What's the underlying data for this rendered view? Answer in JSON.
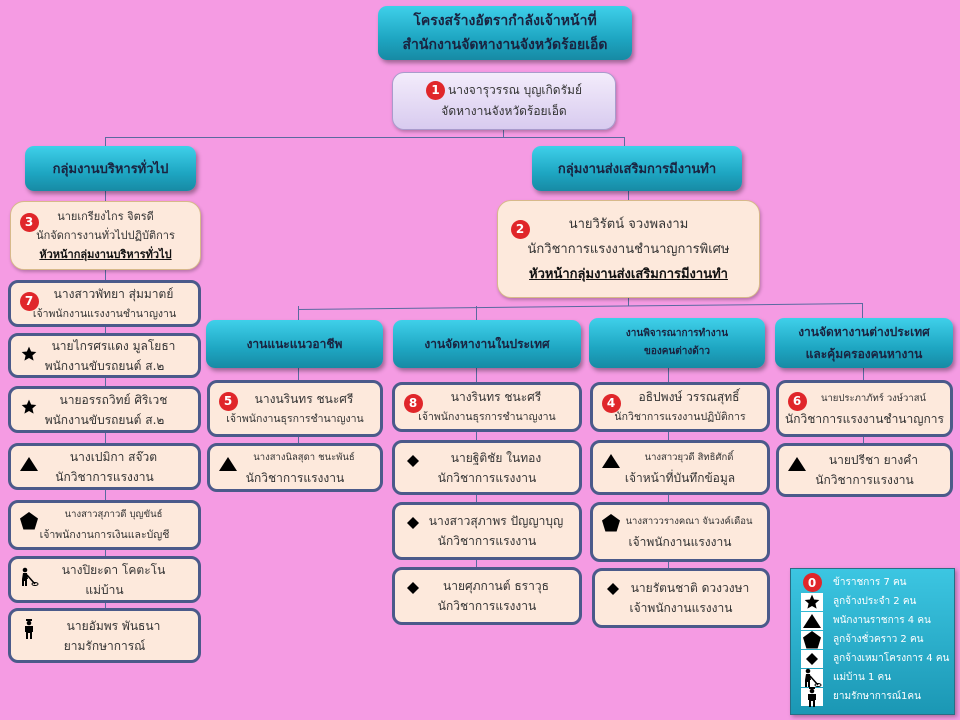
{
  "title": {
    "line1": "โครงสร้างอัตรากำลังเจ้าหน้าที่",
    "line2": "สำนักงานจัดหางานจังหวัดร้อยเอ็ด"
  },
  "director": {
    "badge": "1",
    "name": "นางจารุวรรณ  บุญเกิดรัมย์",
    "position": "จัดหางานจังหวัดร้อยเอ็ด"
  },
  "groups": [
    {
      "label": "กลุ่มงานบริหารทั่วไป"
    },
    {
      "label": "กลุ่มงานส่งเสริมการมีงานทำ"
    }
  ],
  "group_heads": [
    {
      "badge": "3",
      "name": "นายเกรียงไกร   จิตรดี",
      "position": "นักจัดการงานทั่วไปปฏิบัติการ",
      "role": "หัวหน้ากลุ่มงานบริหารทั่วไป"
    },
    {
      "badge": "2",
      "name": "นายวิรัตน์   จวงพลงาม",
      "position": "นักวิชาการแรงงานชำนาญการพิเศษ",
      "role": "หัวหน้ากลุ่มงานส่งเสริมการมีงานทำ"
    }
  ],
  "units": [
    {
      "label": "งานแนะแนวอาชีพ"
    },
    {
      "label": "งานจัดหางานในประเทศ"
    },
    {
      "label": "งานพิจารณาการทำงานของคนต่างด้าว"
    },
    {
      "label": "งานจัดหางานต่างประเทศและคุ้มครองคนหางาน"
    }
  ],
  "staff": [
    {
      "icon": "badge",
      "badge": "7",
      "name": "นางสาวพัทยา  สุ่มมาตย์",
      "position": "เจ้าพนักงานแรงงานชำนาญงาน"
    },
    {
      "icon": "star",
      "name": "นายไกรศรแดง  มูลโยธา",
      "position": "พนักงานขับรถยนต์ ส.๒"
    },
    {
      "icon": "star",
      "name": "นายอรรถวิทย์  ศิริเวช",
      "position": "พนักงานขับรถยนต์ ส.๒"
    },
    {
      "icon": "triangle",
      "name": "นางเปมิกา  สจ๊วต",
      "position": "นักวิชาการแรงงาน"
    },
    {
      "icon": "pentagon",
      "name": "นางสาวสุภาวดี  บุญขันธ์",
      "position": "เจ้าพนักงานการเงินและบัญชี"
    },
    {
      "icon": "maid",
      "name": "นางปิยะดา  โคตะโน",
      "position": "แม่บ้าน"
    },
    {
      "icon": "guard",
      "name": "นายอัมพร  พันธนา",
      "position": "ยามรักษาการณ์"
    },
    {
      "icon": "badge",
      "badge": "5",
      "name": "นางนรินทร  ชนะศรี",
      "position": "เจ้าพนักงานธุรการชำนาญงาน"
    },
    {
      "icon": "triangle",
      "name": "นางสางนิลสุดา  ชนะพันธ์",
      "position": "นักวิชาการแรงงาน"
    },
    {
      "icon": "badge",
      "badge": "8",
      "name": "นางรินทร ชนะศรี",
      "position": "เจ้าพนักงานธุรการชำนาญงาน"
    },
    {
      "icon": "diamond",
      "name": "นายฐิติชัย  ในทอง",
      "position": "นักวิชาการแรงงาน"
    },
    {
      "icon": "diamond",
      "name": "นางสาวสุภาพร  ปัญญาบุญ",
      "position": "นักวิชาการแรงงาน"
    },
    {
      "icon": "diamond",
      "name": "นายศุภกานต์  ธราวุธ",
      "position": "นักวิชาการแรงงาน"
    },
    {
      "icon": "badge",
      "badge": "4",
      "name": "อธิปพงษ์  วรรณสุทธิ์",
      "position": "นักวิชาการแรงงานปฏิบัติการ"
    },
    {
      "icon": "triangle",
      "name": "นางสาวยุวดี  สิทธิศักดิ์",
      "position": "เจ้าหน้าที่บันทึกข้อมูล"
    },
    {
      "icon": "pentagon",
      "name": "นางสาววรางคณา  จันวงค์เดือน",
      "position": "เจ้าพนักงานแรงงาน"
    },
    {
      "icon": "diamond",
      "name": "นายรัตนชาติ  ดวงวงษา",
      "position": "เจ้าพนักงานแรงงาน"
    },
    {
      "icon": "badge",
      "badge": "6",
      "name": "นายประภาภัทร์  วงษ์วาสน์",
      "position": "นักวิชาการแรงงานชำนาญการ"
    },
    {
      "icon": "triangle",
      "name": "นายปรีชา  ยางคำ",
      "position": "นักวิชาการแรงงาน"
    }
  ],
  "legend": [
    {
      "icon": "badge",
      "badge": "0",
      "label": "ข้าราชการ  7  คน"
    },
    {
      "icon": "star",
      "label": "ลูกจ้างประจำ 2 คน"
    },
    {
      "icon": "triangle",
      "label": "พนักงานราชการ 4 คน"
    },
    {
      "icon": "pentagon",
      "label": "ลูกจ้างชั่วคราว  2 คน"
    },
    {
      "icon": "diamond",
      "label": "ลูกจ้างเหมาโครงการ 4 คน"
    },
    {
      "icon": "maid",
      "label": "แม่บ้าน 1 คน"
    },
    {
      "icon": "guard",
      "label": "ยามรักษาการณ์1คน"
    }
  ],
  "colors": {
    "background": "#f59be3",
    "header": "#1ea6c2",
    "card": "#fde9dc",
    "card_border": "#4b5a8a",
    "badge": "#e0262a"
  }
}
